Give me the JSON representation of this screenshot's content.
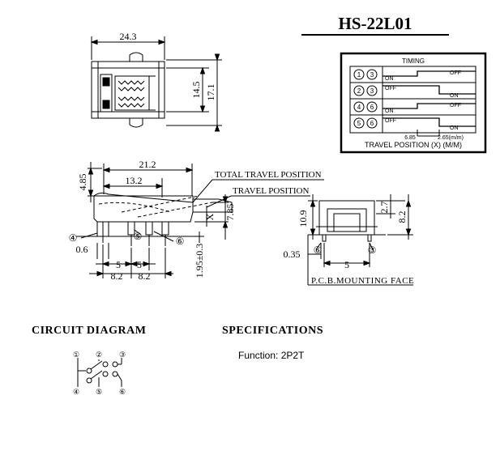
{
  "title": "HS-22L01",
  "top_view": {
    "dim_width": "24.3",
    "dim_height_inner": "14.5",
    "dim_height_outer": "17.1"
  },
  "side_view": {
    "dim_21_2": "21.2",
    "dim_13_2": "13.2",
    "dim_4_85": "4.85",
    "dim_x": "X",
    "dim_7_85": "7.85",
    "dim_1_95": "1.95±0.3",
    "dim_0_6": "0.6",
    "dim_5a": "5",
    "dim_5b": "5",
    "dim_8_2a": "8.2",
    "dim_8_2b": "8.2",
    "label_total_travel": "TOTAL TRAVEL POSITION",
    "label_travel": "TRAVEL POSITION",
    "pin_4": "④",
    "pin_5": "⑤",
    "pin_6": "⑥"
  },
  "end_view": {
    "dim_10_9": "10.9",
    "dim_2_7": "2.7",
    "dim_8_2": "8.2",
    "dim_0_35": "0.35",
    "dim_5": "5",
    "pin_6": "⑥",
    "pin_3": "③",
    "label_pcb": "P.C.B.MOUNTING FACE"
  },
  "timing": {
    "header": "TIMING",
    "rows": [
      {
        "pins": [
          "1",
          "3"
        ],
        "start": "ON",
        "end": "OFF"
      },
      {
        "pins": [
          "2",
          "3"
        ],
        "start": "OFF",
        "end": "ON"
      },
      {
        "pins": [
          "4",
          "6"
        ],
        "start": "ON",
        "end": "OFF"
      },
      {
        "pins": [
          "5",
          "6"
        ],
        "start": "OFF",
        "end": "ON"
      }
    ],
    "tick_a": "6.85",
    "tick_b": "2.65(m/m)",
    "footer": "TRAVEL POSITION (X) (M/M)"
  },
  "circuit": {
    "heading": "CIRCUIT DIAGRAM",
    "pins": [
      "①",
      "②",
      "③",
      "④",
      "⑤",
      "⑥"
    ]
  },
  "specifications": {
    "heading": "SPECIFICATIONS",
    "function": "Function: 2P2T"
  }
}
